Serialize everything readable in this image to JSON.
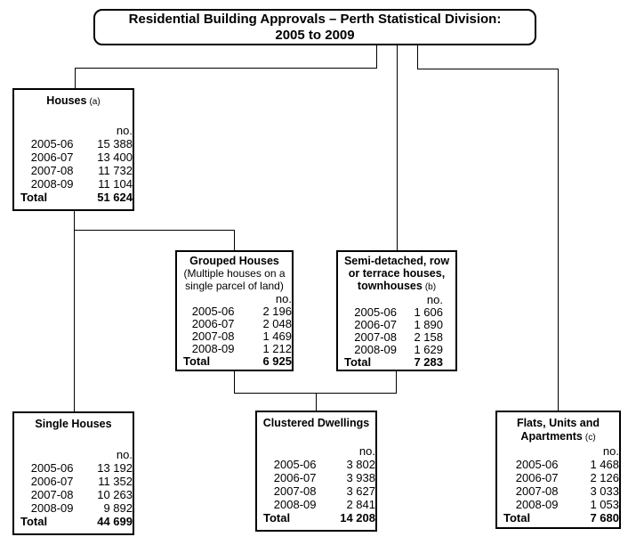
{
  "title": {
    "line1": "Residential Building Approvals – Perth Statistical Division:",
    "line2": "2005 to 2009"
  },
  "unit_label": "no.",
  "colors": {
    "line": "#000000",
    "background": "#ffffff",
    "text": "#000000"
  },
  "boxes": {
    "houses": {
      "heading_lines": [
        "Houses"
      ],
      "footnote": "(a)",
      "rows": [
        {
          "label": "2005-06",
          "value": "15 388"
        },
        {
          "label": "2006-07",
          "value": "13 400"
        },
        {
          "label": "2007-08",
          "value": "11 732"
        },
        {
          "label": "2008-09",
          "value": "11 104"
        }
      ],
      "total": {
        "label": "Total",
        "value": "51 624"
      }
    },
    "grouped": {
      "heading_lines": [
        "Grouped Houses"
      ],
      "subtitle_lines": [
        "(Multiple houses on a",
        "single parcel of land)"
      ],
      "rows": [
        {
          "label": "2005-06",
          "value": "2 196"
        },
        {
          "label": "2006-07",
          "value": "2 048"
        },
        {
          "label": "2007-08",
          "value": "1 469"
        },
        {
          "label": "2008-09",
          "value": "1 212"
        }
      ],
      "total": {
        "label": "Total",
        "value": "6 925"
      }
    },
    "semi": {
      "heading_lines": [
        "Semi-detached, row",
        "or terrace houses,",
        "townhouses"
      ],
      "footnote": "(b)",
      "rows": [
        {
          "label": "2005-06",
          "value": "1 606"
        },
        {
          "label": "2006-07",
          "value": "1 890"
        },
        {
          "label": "2007-08",
          "value": "2 158"
        },
        {
          "label": "2008-09",
          "value": "1 629"
        }
      ],
      "total": {
        "label": "Total",
        "value": "7 283"
      }
    },
    "single": {
      "heading_lines": [
        "Single Houses"
      ],
      "rows": [
        {
          "label": "2005-06",
          "value": "13 192"
        },
        {
          "label": "2006-07",
          "value": "11 352"
        },
        {
          "label": "2007-08",
          "value": "10 263"
        },
        {
          "label": "2008-09",
          "value": "9 892"
        }
      ],
      "total": {
        "label": "Total",
        "value": "44 699"
      }
    },
    "clustered": {
      "heading_lines": [
        "Clustered Dwellings"
      ],
      "rows": [
        {
          "label": "2005-06",
          "value": "3 802"
        },
        {
          "label": "2006-07",
          "value": "3 938"
        },
        {
          "label": "2007-08",
          "value": "3 627"
        },
        {
          "label": "2008-09",
          "value": "2 841"
        }
      ],
      "total": {
        "label": "Total",
        "value": "14 208"
      }
    },
    "flats": {
      "heading_lines": [
        "Flats, Units and",
        "Apartments"
      ],
      "footnote": "(c)",
      "rows": [
        {
          "label": "2005-06",
          "value": "1 468"
        },
        {
          "label": "2006-07",
          "value": "2 126"
        },
        {
          "label": "2007-08",
          "value": "3 033"
        },
        {
          "label": "2008-09",
          "value": "1 053"
        }
      ],
      "total": {
        "label": "Total",
        "value": "7 680"
      }
    }
  }
}
